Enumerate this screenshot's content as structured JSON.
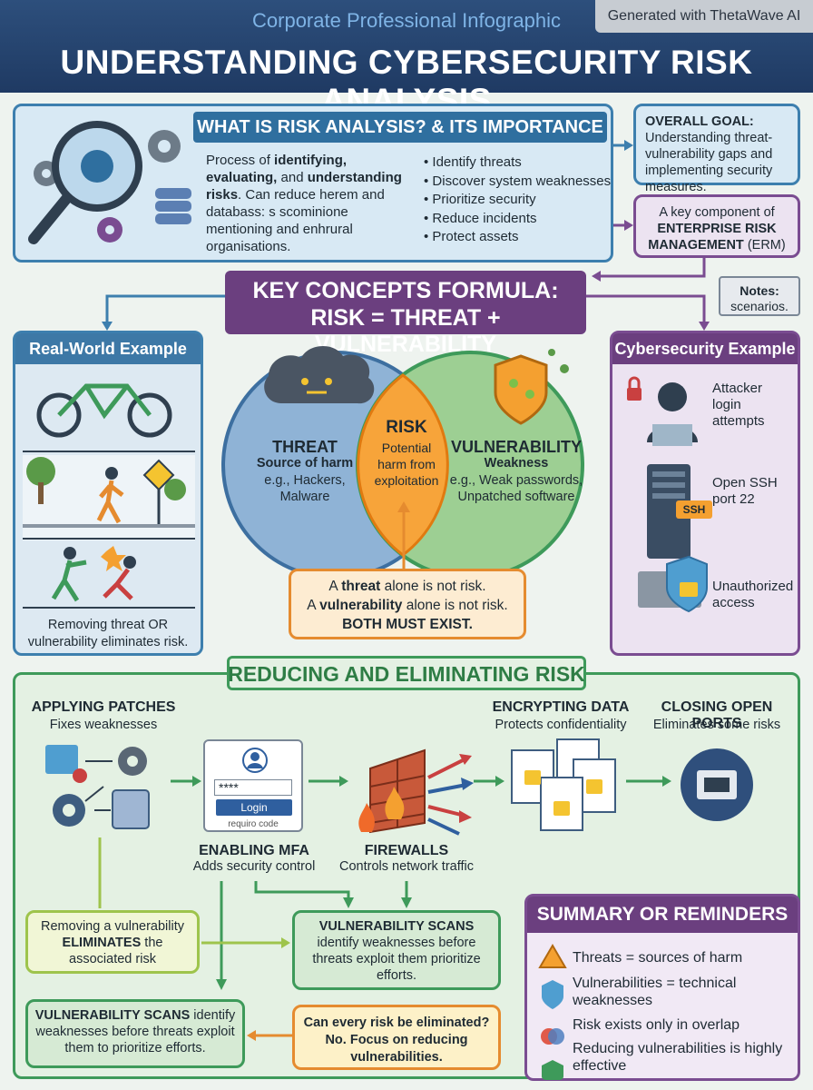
{
  "header": {
    "subtitle": "Corporate Professional Infographic",
    "title": "UNDERSTANDING CYBERSECURITY RISK ANALYSIS",
    "badge": "Generated with ThetaWave AI"
  },
  "what_is": {
    "title": "WHAT IS RISK ANALYSIS? & ITS IMPORTANCE",
    "desc_p1": "Process of ",
    "desc_b1": "identifying,",
    "desc_p2": " ",
    "desc_b2": "evaluating,",
    "desc_p3": " and ",
    "desc_b3": "understanding risks",
    "desc_p4": ". Can reduce herem and databass: s scominione mentioning and enhrural organisations.",
    "bullets": [
      "Identify threats",
      "Discover system weaknesses",
      "Prioritize security",
      "Reduce incidents",
      "Protect assets"
    ]
  },
  "goal": {
    "label": "OVERALL GOAL:",
    "text": " Understanding threat-vulnerability gaps and implementing security measures."
  },
  "erm": {
    "text1": "A key component of",
    "bold": "ENTERPRISE RISK MANAGEMENT",
    "text2": " (ERM)"
  },
  "notes": {
    "label": "Notes:",
    "text": "scenarios."
  },
  "formula": {
    "line1": "KEY CONCEPTS FORMULA:",
    "line2": "RISK = THREAT + VULNERABILITY"
  },
  "real_world": {
    "title": "Real-World Example",
    "caption": "Removing threat OR vulnerability eliminates risk."
  },
  "venn": {
    "threat_title": "THREAT",
    "threat_sub": "Source of harm",
    "threat_eg": "e.g., Hackers, Malware",
    "risk_title": "RISK",
    "risk_sub": "Potential harm from exploitation",
    "vuln_title": "VULNERABILITY",
    "vuln_sub": "Weakness",
    "vuln_eg": "e.g., Weak passwords, Unpatched software"
  },
  "callout": {
    "l1a": "A ",
    "l1b": "threat",
    "l1c": " alone is not risk.",
    "l2a": "A ",
    "l2b": "vulnerability",
    "l2c": " alone is not risk.",
    "l3": "BOTH MUST EXIST."
  },
  "cyber": {
    "title": "Cybersecurity Example",
    "items": [
      "Attacker login attempts",
      "Open SSH port 22",
      "Unauthorized access"
    ],
    "ssh_tag": "SSH"
  },
  "reducing": {
    "title": "REDUCING AND ELIMINATING RISK",
    "patches_title": "APPLYING PATCHES",
    "patches_sub": "Fixes weaknesses",
    "mfa_title": "ENABLING MFA",
    "mfa_sub": "Adds security control",
    "mfa_password": "****",
    "mfa_login": "Login",
    "mfa_code": "requiro code",
    "fw_title": "FIREWALLS",
    "fw_sub": "Controls network traffic",
    "enc_title": "ENCRYPTING DATA",
    "enc_sub": "Protects confidentiality",
    "ports_title": "CLOSING OPEN PORTS",
    "ports_sub": "Eliminates some risks",
    "remove_a": "Removing a vulnerability",
    "remove_b": "ELIMINATES",
    "remove_c": " the associated risk",
    "scans1_title": "VULNERABILITY SCANS",
    "scans1_text": "identify weaknesses before threats exploit them prioritize efforts.",
    "scans2_bold": "VULNERABILITY SCANS",
    "scans2_text": " identify weaknesses before threats exploit them to prioritize efforts.",
    "question": "Can every risk be eliminated? No. Focus on reducing vulnerabilities."
  },
  "summary": {
    "title": "SUMMARY OR REMINDERS",
    "items": [
      "Threats = sources of harm",
      "Vulnerabilities = technical weaknesses",
      "Risk exists only in overlap",
      "Reducing vulnerabilities is highly effective"
    ]
  },
  "colors": {
    "header_blue": "#1f3a63",
    "blue": "#3d7fae",
    "purple": "#7a4c91",
    "green": "#3e9a5a",
    "orange": "#e58b2f"
  }
}
